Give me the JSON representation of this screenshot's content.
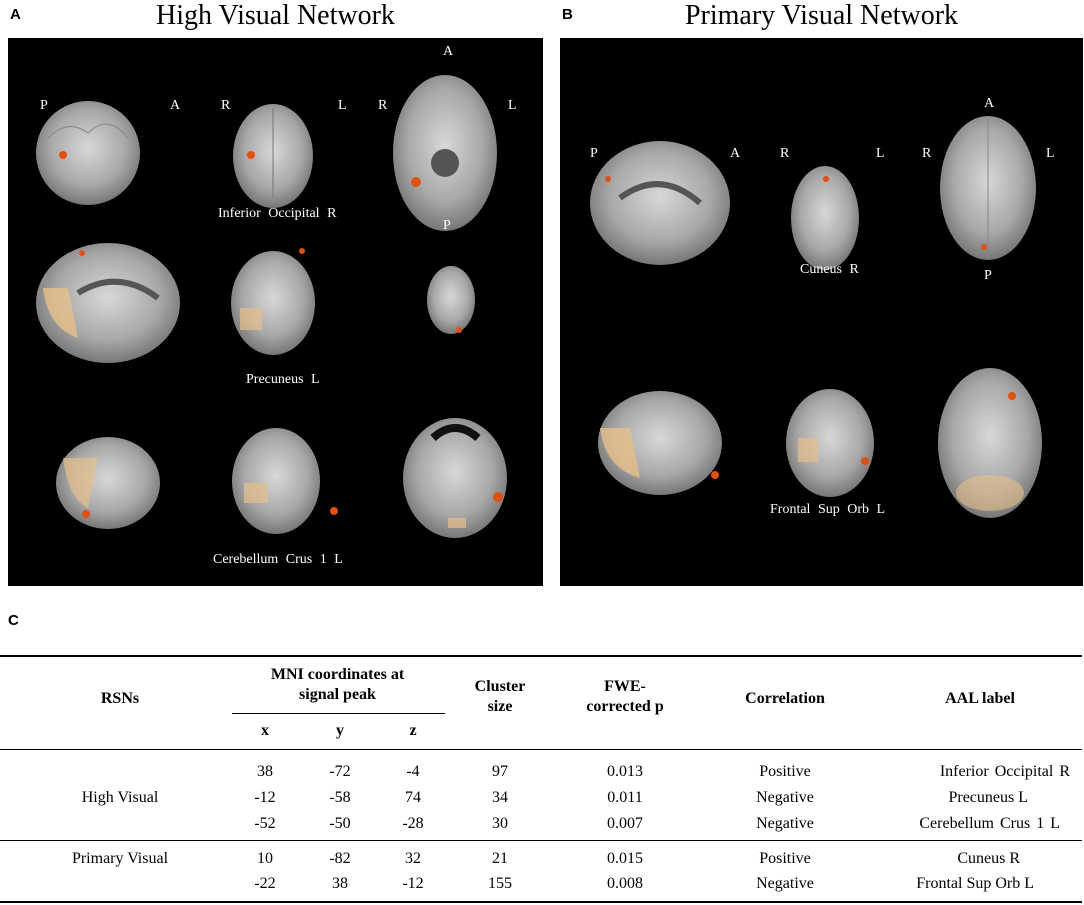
{
  "panels": {
    "a": {
      "letter": "A",
      "title": "High Visual Network",
      "orientation": {
        "p": "P",
        "a": "A",
        "r1": "R",
        "l1": "L",
        "r2": "R",
        "l2": "L",
        "a2": "A",
        "p2": "P"
      },
      "regions": [
        "Inferior  Occipital  R",
        "Precuneus  L",
        "Cerebellum  Crus  1 L"
      ]
    },
    "b": {
      "letter": "B",
      "title": "Primary Visual Network",
      "orientation": {
        "p": "P",
        "a": "A",
        "r1": "R",
        "l1": "L",
        "r2": "R",
        "l2": "L",
        "a2": "A",
        "p2": "P"
      },
      "regions": [
        "Cuneus  R",
        "Frontal  Sup  Orb L"
      ]
    },
    "c": {
      "letter": "C"
    }
  },
  "table": {
    "headers": {
      "rsns": "RSNs",
      "mni_line1": "MNI coordinates at",
      "mni_line2": "signal peak",
      "x": "x",
      "y": "y",
      "z": "z",
      "cluster_line1": "Cluster",
      "cluster_line2": "size",
      "fwe_line1": "FWE-",
      "fwe_line2": "corrected p",
      "correlation": "Correlation",
      "aal": "AAL label"
    },
    "groups": [
      {
        "name": "High Visual",
        "rows": [
          {
            "x": "38",
            "y": "-72",
            "z": "-4",
            "size": "97",
            "p": "0.013",
            "corr": "Positive",
            "label": "Inferior  Occipital  R"
          },
          {
            "x": "-12",
            "y": "-58",
            "z": "74",
            "size": "34",
            "p": "0.011",
            "corr": "Negative",
            "label": "Precuneus L"
          },
          {
            "x": "-52",
            "y": "-50",
            "z": "-28",
            "size": "30",
            "p": "0.007",
            "corr": "Negative",
            "label": "Cerebellum  Crus 1 L"
          }
        ]
      },
      {
        "name": "Primary Visual",
        "rows": [
          {
            "x": "10",
            "y": "-82",
            "z": "32",
            "size": "21",
            "p": "0.015",
            "corr": "Positive",
            "label": "Cuneus R"
          },
          {
            "x": "-22",
            "y": "38",
            "z": "-12",
            "size": "155",
            "p": "0.008",
            "corr": "Negative",
            "label": "Frontal Sup Orb L"
          }
        ]
      }
    ]
  }
}
